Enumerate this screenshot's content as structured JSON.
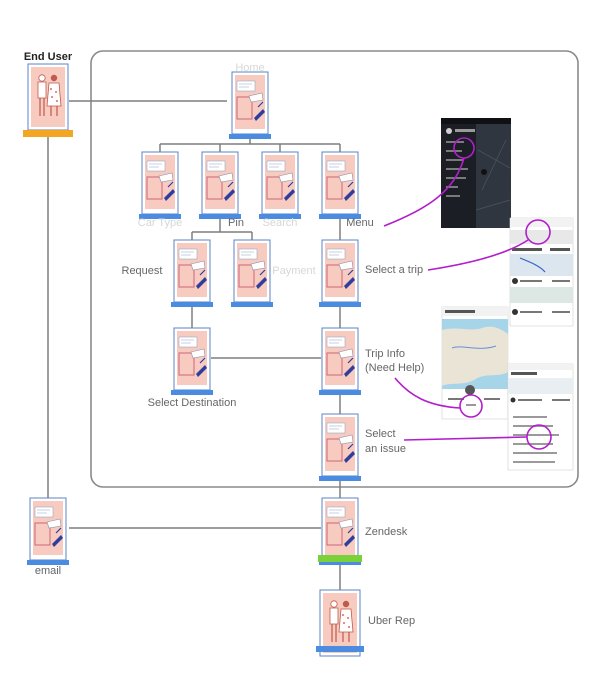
{
  "colors": {
    "connector": "#7f7f7f",
    "callout": "#b21ecb",
    "card_fill": "#f7cbc0",
    "card_border": "#5b86c7",
    "base_blue": "#4b8be0",
    "base_orange": "#f3a623",
    "base_green": "#7bd13a"
  },
  "labels": {
    "end_user": "End User",
    "home": "Home",
    "car_type": "Car Type",
    "pin": "Pin",
    "search": "Search",
    "menu": "Menu",
    "request": "Request",
    "payment": "Payment",
    "select_a_trip": "Select a trip",
    "select_destination": "Select Destination",
    "trip_info_line1": "Trip Info",
    "trip_info_line2": "(Need Help)",
    "select_issue_line1": "Select",
    "select_issue_line2": "an issue",
    "email": "email",
    "zendesk": "Zendesk",
    "uber_rep": "Uber Rep"
  },
  "icons": {
    "screen_card": "ui-screen-icon",
    "people_card": "people-icon"
  }
}
